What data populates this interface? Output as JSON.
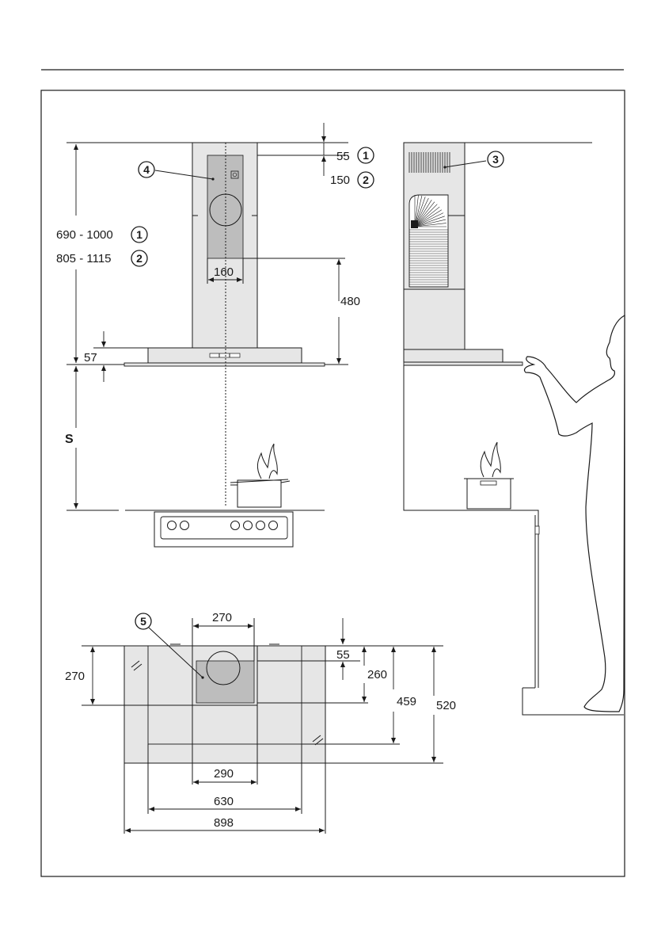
{
  "callouts": [
    "1",
    "2",
    "3",
    "4",
    "5"
  ],
  "side_labels": {
    "range_1": "690 - 1000",
    "range_2": "805 - 1115",
    "distance_s": "S"
  },
  "dimensions": {
    "top_55": "55",
    "top_150": "150",
    "control_width": "160",
    "height_480": "480",
    "canopy_57": "57",
    "plan_270_top": "270",
    "plan_270_left": "270",
    "plan_55": "55",
    "plan_260": "260",
    "plan_459": "459",
    "plan_520": "520",
    "plan_290": "290",
    "plan_630": "630",
    "plan_898": "898"
  },
  "colors": {
    "panel": "#e6e6e6",
    "control_panel": "#bdbdbd",
    "line": "#1a1a1a"
  }
}
